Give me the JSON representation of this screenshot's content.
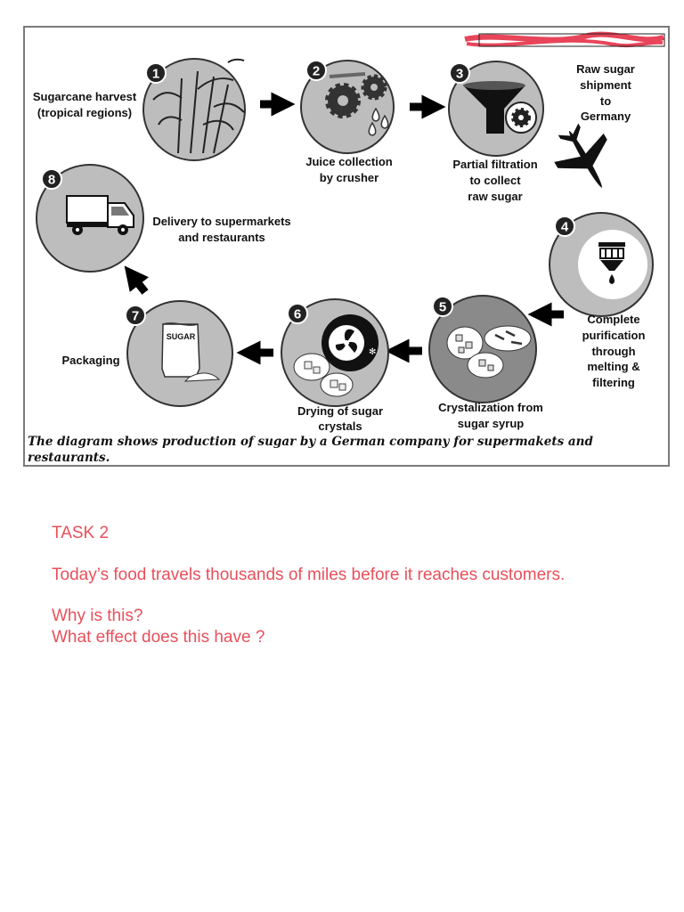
{
  "diagram": {
    "steps": [
      {
        "num": "1",
        "label": [
          "Sugarcane harvest",
          "(tropical regions)"
        ]
      },
      {
        "num": "2",
        "label": [
          "Juice collection",
          "by crusher"
        ]
      },
      {
        "num": "3",
        "label": [
          "Partial filtration",
          "to collect",
          "raw sugar"
        ]
      },
      {
        "num": "4",
        "label": [
          "Complete",
          "purification",
          "through",
          "melting &",
          "filtering"
        ]
      },
      {
        "num": "5",
        "label": [
          "Crystalization from",
          "sugar syrup"
        ]
      },
      {
        "num": "6",
        "label": [
          "Drying of sugar",
          "crystals"
        ]
      },
      {
        "num": "7",
        "label": [
          "Packaging"
        ]
      },
      {
        "num": "8",
        "label": [
          "Delivery to supermarkets",
          "and restaurants"
        ]
      }
    ],
    "shipment": [
      "Raw sugar",
      "shipment",
      "to",
      "Germany"
    ],
    "bag_text": "SUGAR",
    "caption": [
      "The diagram shows production of sugar by a German company for supermakets and",
      "restaurants."
    ]
  },
  "task": {
    "heading": "TASK 2",
    "statement": "Today’s food travels thousands of miles before it reaches customers.",
    "question1": "Why is this?",
    "question2": "What effect does this have ?"
  },
  "colors": {
    "task_text": "#e8505b",
    "redaction": "#e8455a"
  }
}
